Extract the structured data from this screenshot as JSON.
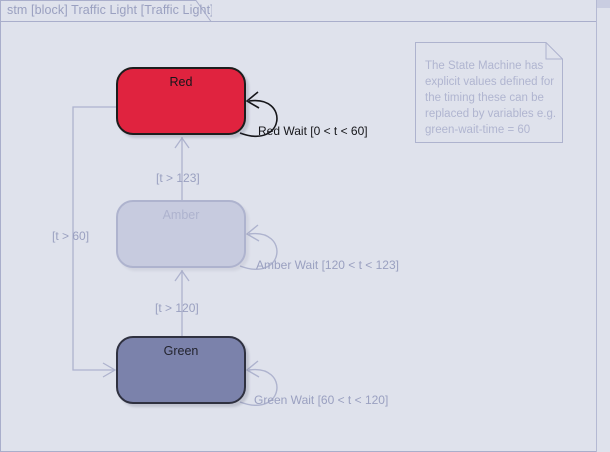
{
  "diagram": {
    "tab_label": "stm [block] Traffic Light [Traffic Light]",
    "colors": {
      "background": "#dfe2ec",
      "frame_border": "#a9aecb",
      "red_state_fill": "#e0233f",
      "amber_state_fill": "#c7cbdf",
      "green_state_fill": "#7b82ab",
      "faded_text": "#9aa0c0",
      "dark_text": "#16161a"
    },
    "states": [
      {
        "id": "red",
        "label": "Red"
      },
      {
        "id": "amber",
        "label": "Amber"
      },
      {
        "id": "green",
        "label": "Green"
      }
    ],
    "self_transitions": [
      {
        "id": "red-wait",
        "label": "Red Wait [0 < t < 60]"
      },
      {
        "id": "amber-wait",
        "label": "Amber Wait [120 < t < 123]"
      },
      {
        "id": "green-wait",
        "label": "Green Wait [60 < t < 120]"
      }
    ],
    "transitions": [
      {
        "id": "amber-to-red",
        "label": "[t > 123]"
      },
      {
        "id": "green-to-amber",
        "label": "[t  > 120]"
      },
      {
        "id": "red-to-green",
        "label": "[t > 60]"
      }
    ],
    "note": {
      "text": "The State Machine has explicit values defined for the timing these can be replaced by variables e.g. green-wait-time = 60"
    }
  }
}
